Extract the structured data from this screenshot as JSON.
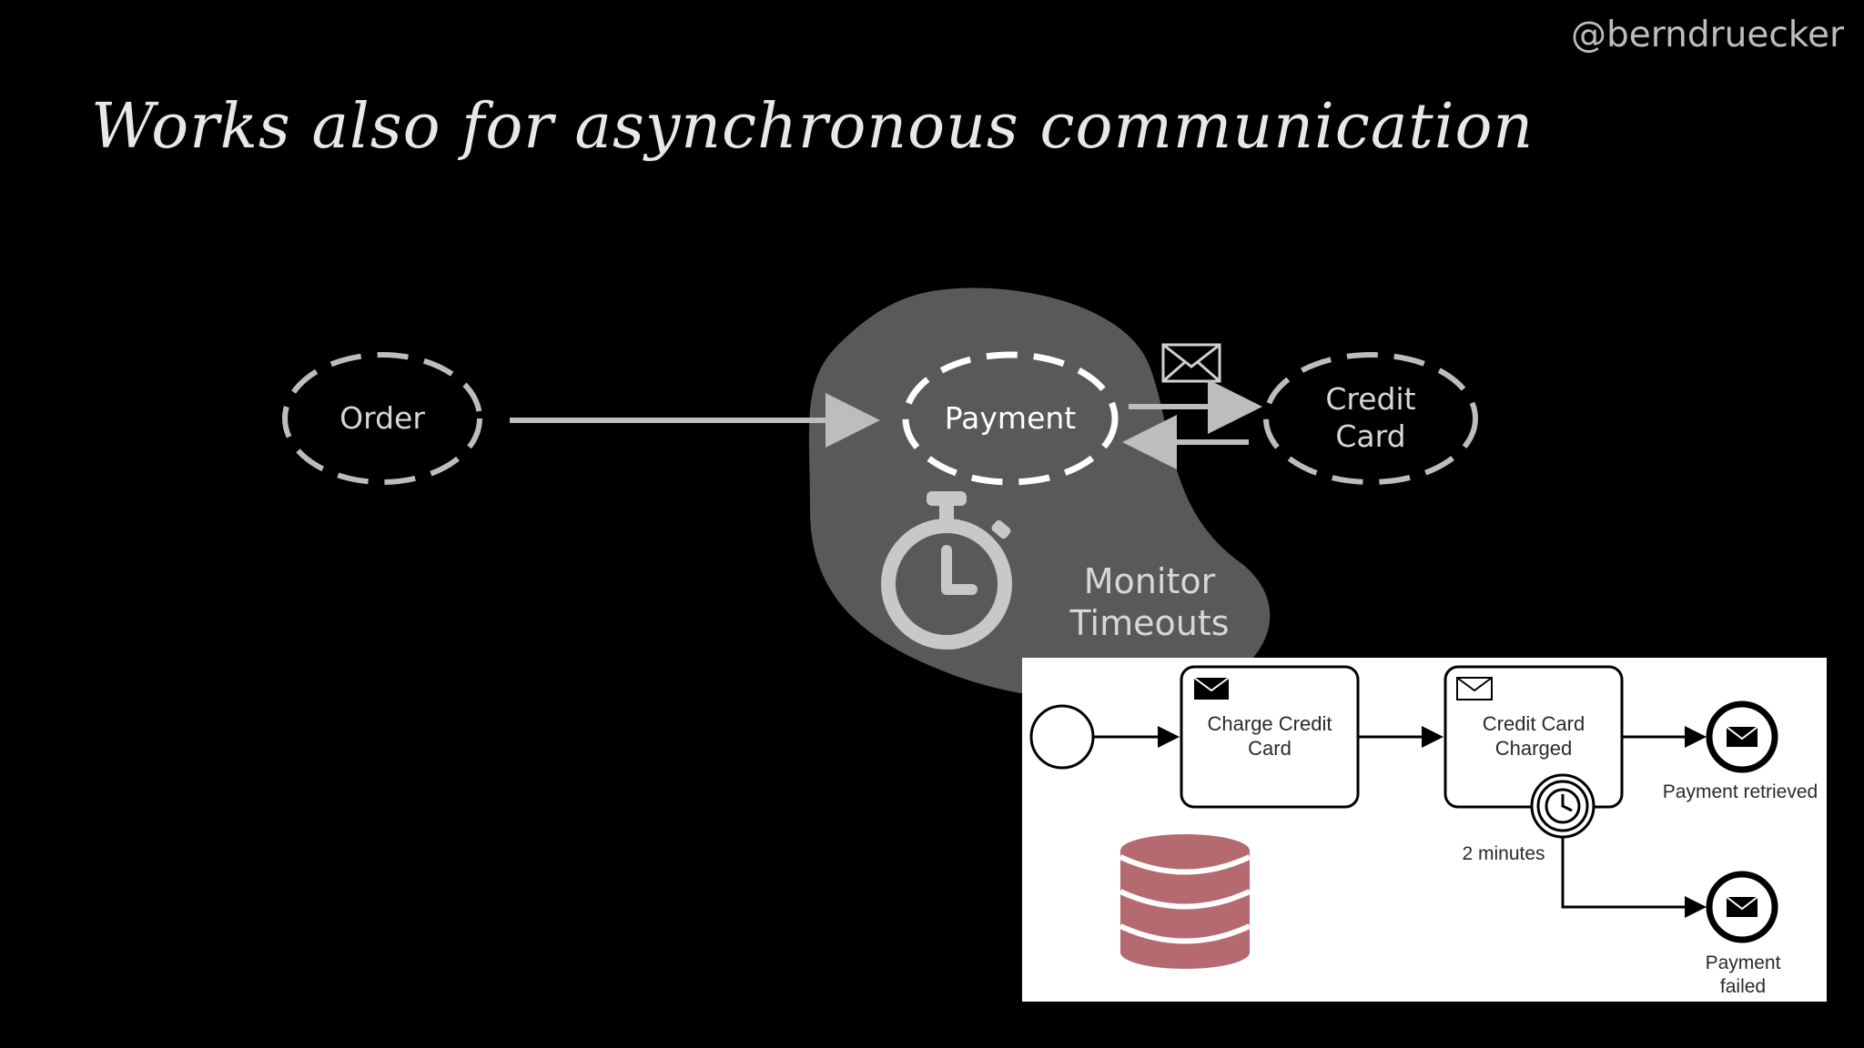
{
  "handle": "@berndruecker",
  "title": "Works also for asynchronous communication",
  "services": {
    "order": "Order",
    "payment": "Payment",
    "credit_card_line1": "Credit",
    "credit_card_line2": "Card"
  },
  "monitor": {
    "line1": "Monitor",
    "line2": "Timeouts"
  },
  "bpmn": {
    "task1_line1": "Charge Credit",
    "task1_line2": "Card",
    "task2_line1": "Credit Card",
    "task2_line2": "Charged",
    "timer_label": "2 minutes",
    "end1_label": "Payment retrieved",
    "end2_line1": "Payment",
    "end2_line2": "failed"
  },
  "colors": {
    "background": "#000000",
    "blob": "#595959",
    "dashed": "#bdbdbd",
    "database": "#b56a70",
    "bpmn_panel": "#ffffff"
  },
  "icons": [
    "envelope-icon",
    "stopwatch-icon",
    "database-icon",
    "timer-icon",
    "message-end-icon"
  ]
}
